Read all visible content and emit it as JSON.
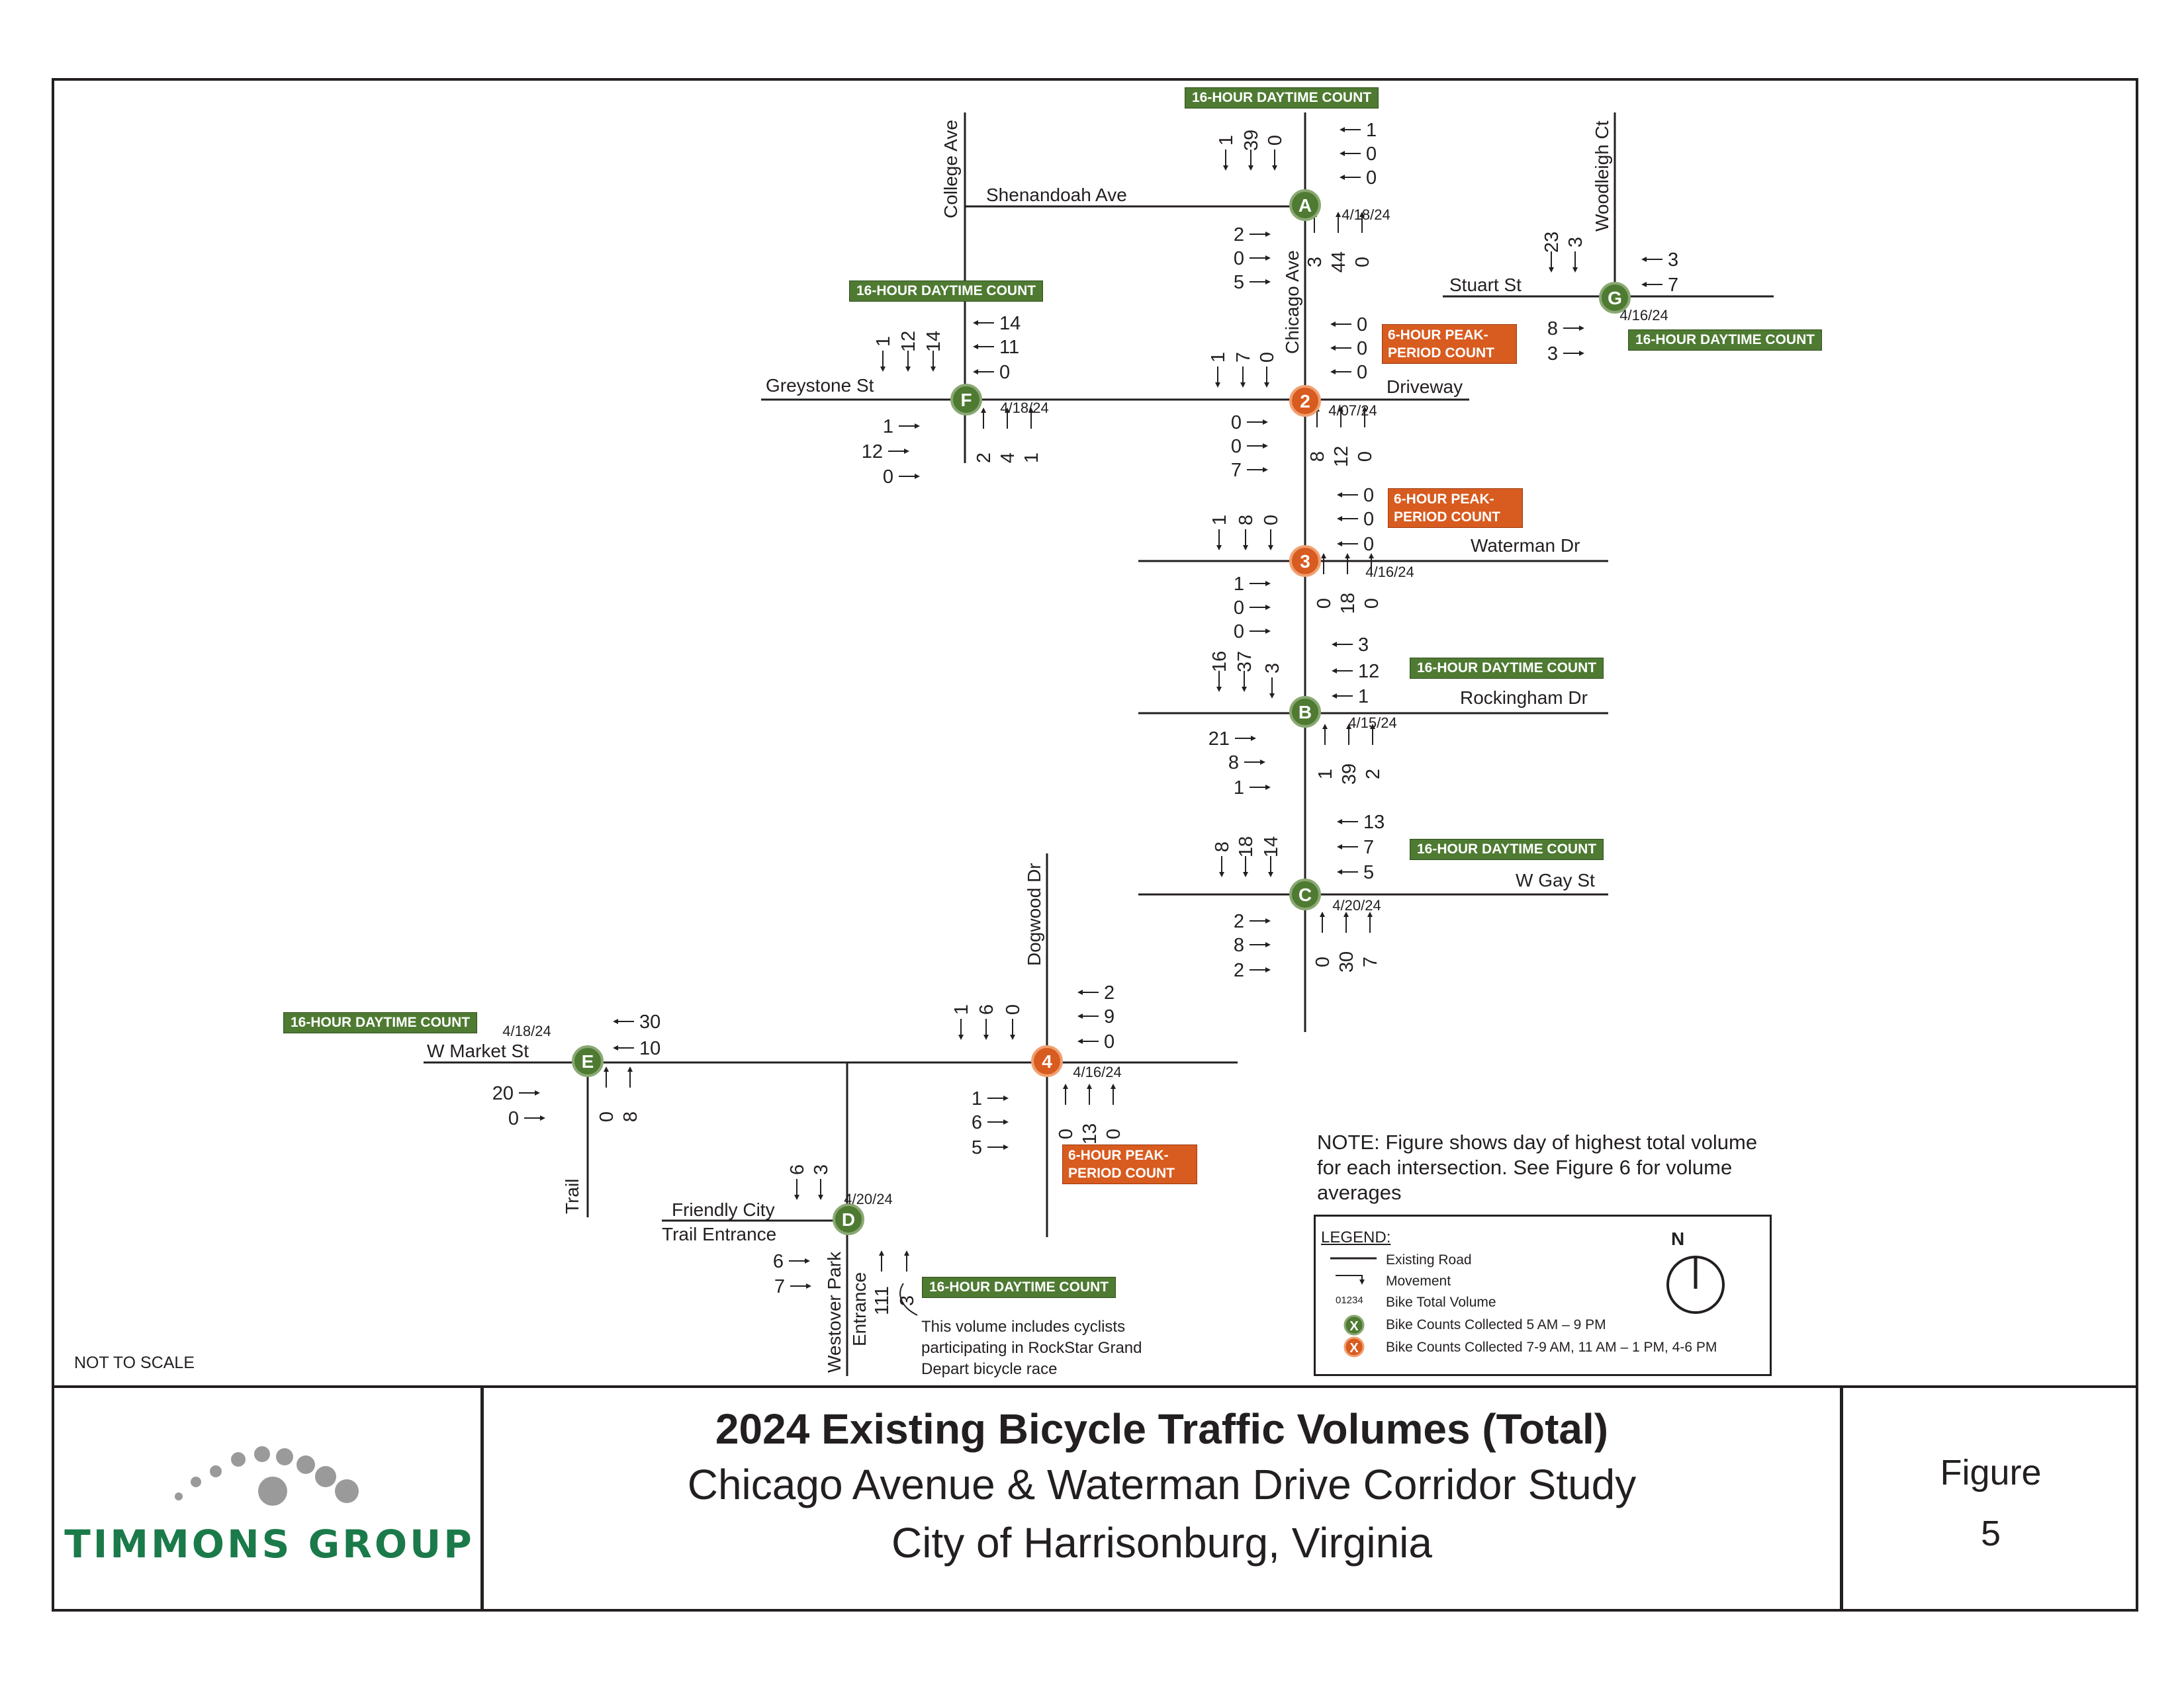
{
  "figure": {
    "title": "2024 Existing Bicycle Traffic Volumes (Total)",
    "subtitle": "Chicago Avenue & Waterman Drive Corridor Study",
    "location": "City of Harrisonburg, Virginia",
    "figure_label": "Figure",
    "figure_number": "5",
    "company": "TIMMONS GROUP",
    "scale_note": "NOT TO SCALE",
    "note_line1": "NOTE: Figure shows day of highest total volume",
    "note_line2": "for each intersection. See Figure 6  for volume",
    "note_line3": "averages"
  },
  "legend": {
    "title": "LEGEND:",
    "existing_road": "Existing Road",
    "movement": "Movement",
    "volume_sample": "01234",
    "volume_label": "Bike Total Volume",
    "green_label": "Bike Counts Collected 5 AM – 9 PM",
    "orange_label": "Bike Counts Collected 7-9 AM, 11 AM – 1 PM, 4-6 PM",
    "marker": "X",
    "north": "N"
  },
  "caption": {
    "line1": "This volume includes cyclists",
    "line2": "participating in RockStar Grand",
    "line3": "Depart bicycle race"
  },
  "badges": {
    "daytime": "16-HOUR DAYTIME COUNT",
    "peak_line1": "6-HOUR PEAK-",
    "peak_line2": "PERIOD COUNT"
  },
  "streets": {
    "college_ave": "College Ave",
    "shenandoah_ave": "Shenandoah Ave",
    "chicago_ave": "Chicago Ave",
    "woodleigh_ct": "Woodleigh Ct",
    "stuart_st": "Stuart St",
    "greystone_st": "Greystone St",
    "driveway": "Driveway",
    "waterman_dr": "Waterman Dr",
    "rockingham_dr": "Rockingham Dr",
    "w_gay_st": "W Gay St",
    "dogwood_dr": "Dogwood Dr",
    "w_market_st": "W Market St",
    "trail": "Trail",
    "friendly_city_1": "Friendly City",
    "friendly_city_2": "Trail Entrance",
    "westover_1": "Westover Park",
    "westover_2": "Entrance"
  },
  "intersections": [
    {
      "id": "A",
      "type": "daytime",
      "date": "4/18/24",
      "sb": [
        "1",
        "39",
        "0"
      ],
      "wb": [
        "1",
        "0",
        "0"
      ],
      "eb": [
        "2",
        "0",
        "5"
      ],
      "nb": [
        "3",
        "44",
        "0"
      ]
    },
    {
      "id": "2",
      "type": "peak",
      "date": "4/07/24",
      "sb": [
        "1",
        "7",
        "0"
      ],
      "wb": [
        "0",
        "0",
        "0"
      ],
      "eb": [
        "0",
        "0",
        "7"
      ],
      "nb": [
        "8",
        "12",
        "0"
      ]
    },
    {
      "id": "3",
      "type": "peak",
      "date": "4/16/24",
      "sb": [
        "1",
        "8",
        "0"
      ],
      "wb": [
        "0",
        "0",
        "0"
      ],
      "eb": [
        "1",
        "0",
        "0"
      ],
      "nb": [
        "0",
        "18",
        "0"
      ]
    },
    {
      "id": "B",
      "type": "daytime",
      "date": "4/15/24",
      "sb": [
        "16",
        "37",
        "3"
      ],
      "wb": [
        "3",
        "12",
        "1"
      ],
      "eb": [
        "21",
        "8",
        "1"
      ],
      "nb": [
        "1",
        "39",
        "2"
      ]
    },
    {
      "id": "C",
      "type": "daytime",
      "date": "4/20/24",
      "sb": [
        "8",
        "18",
        "14"
      ],
      "wb": [
        "13",
        "7",
        "5"
      ],
      "eb": [
        "2",
        "8",
        "2"
      ],
      "nb": [
        "0",
        "30",
        "7"
      ]
    },
    {
      "id": "F",
      "type": "daytime",
      "date": "4/18/24",
      "sb": [
        "1",
        "12",
        "14"
      ],
      "wb": [
        "14",
        "11",
        "0"
      ],
      "eb": [
        "1",
        "12",
        "0"
      ],
      "nb": [
        "2",
        "4",
        "1"
      ]
    },
    {
      "id": "G",
      "type": "daytime",
      "date": "4/16/24",
      "sb": [
        "23",
        "3"
      ],
      "wb": [
        "3",
        "7"
      ],
      "eb": [
        "8",
        "3"
      ],
      "nb": []
    },
    {
      "id": "4",
      "type": "peak",
      "date": "4/16/24",
      "sb": [
        "1",
        "6",
        "0"
      ],
      "wb": [
        "2",
        "9",
        "0"
      ],
      "eb": [
        "1",
        "6",
        "5"
      ],
      "nb": [
        "0",
        "13",
        "0"
      ]
    },
    {
      "id": "E",
      "type": "daytime",
      "date": "4/18/24",
      "sb": [],
      "wb": [
        "30",
        "10"
      ],
      "eb": [
        "20",
        "0"
      ],
      "nb": [
        "0",
        "8"
      ]
    },
    {
      "id": "D",
      "type": "daytime",
      "date": "4/20/24",
      "sb": [
        "6",
        "3"
      ],
      "wb": [],
      "eb": [
        "6",
        "7"
      ],
      "nb": [
        "111",
        "3"
      ]
    }
  ],
  "colors": {
    "daytime_green": "#4e7a32",
    "peak_orange": "#d85b1f",
    "road": "#231f20",
    "brand_green": "#1b7a4a",
    "logo_gray": "#9a9a9a"
  }
}
